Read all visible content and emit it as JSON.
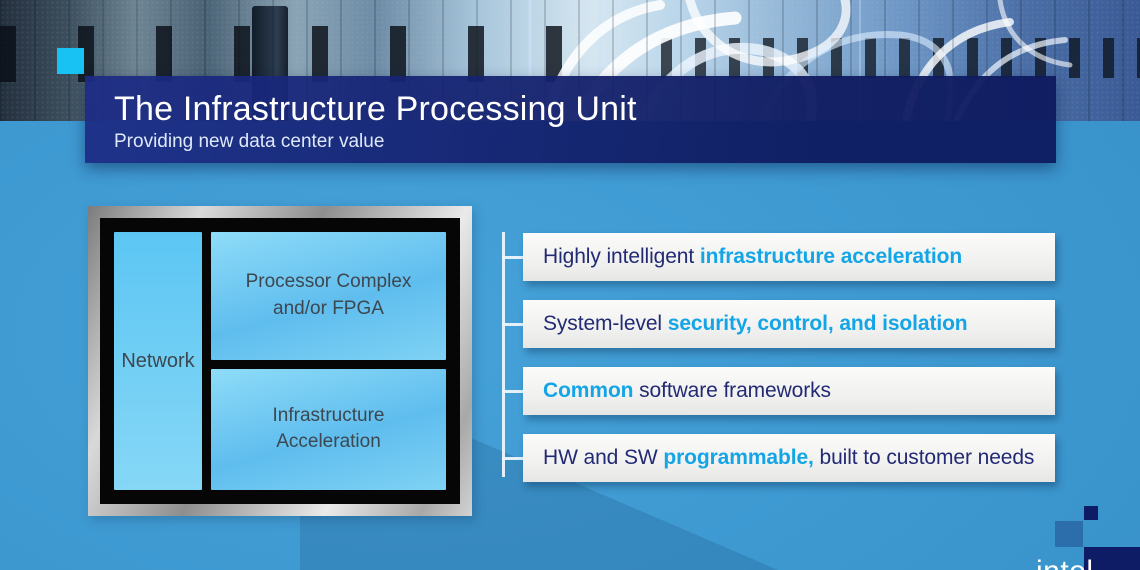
{
  "header": {
    "title": "The Infrastructure Processing Unit",
    "subtitle": "Providing new data center value"
  },
  "diagram": {
    "network_label": "Network",
    "processor_line1": "Processor Complex",
    "processor_line2": "and/or FPGA",
    "infra_line1": "Infrastructure",
    "infra_line2": "Acceleration"
  },
  "bullets": [
    {
      "segments": [
        {
          "text": "Highly intelligent "
        },
        {
          "text": "infrastructure acceleration"
        }
      ]
    },
    {
      "segments": [
        {
          "text": "System-level "
        },
        {
          "text": "security, control, and isolation"
        }
      ]
    },
    {
      "segments": [
        {
          "text": "Common"
        },
        {
          "text": " software frameworks"
        }
      ]
    },
    {
      "segments": [
        {
          "text": "HW and SW "
        },
        {
          "text": "programmable,"
        },
        {
          "text": " built to customer needs"
        }
      ]
    }
  ],
  "footer": {
    "logo_text": "intel"
  },
  "colors": {
    "background_blue": "#3e99d1",
    "banner_navy": "#13226e",
    "accent_cyan_square": "#18c2f3",
    "highlight_cyan_text": "#14a5e6",
    "navy_text": "#232a74",
    "bar_background": "#f0f0ef",
    "chip_box_blue": "#6fccf4",
    "chip_frame_black": "#060606",
    "chip_frame_metal": "#b9b9b9",
    "corner_navy": "#0e1c66"
  }
}
